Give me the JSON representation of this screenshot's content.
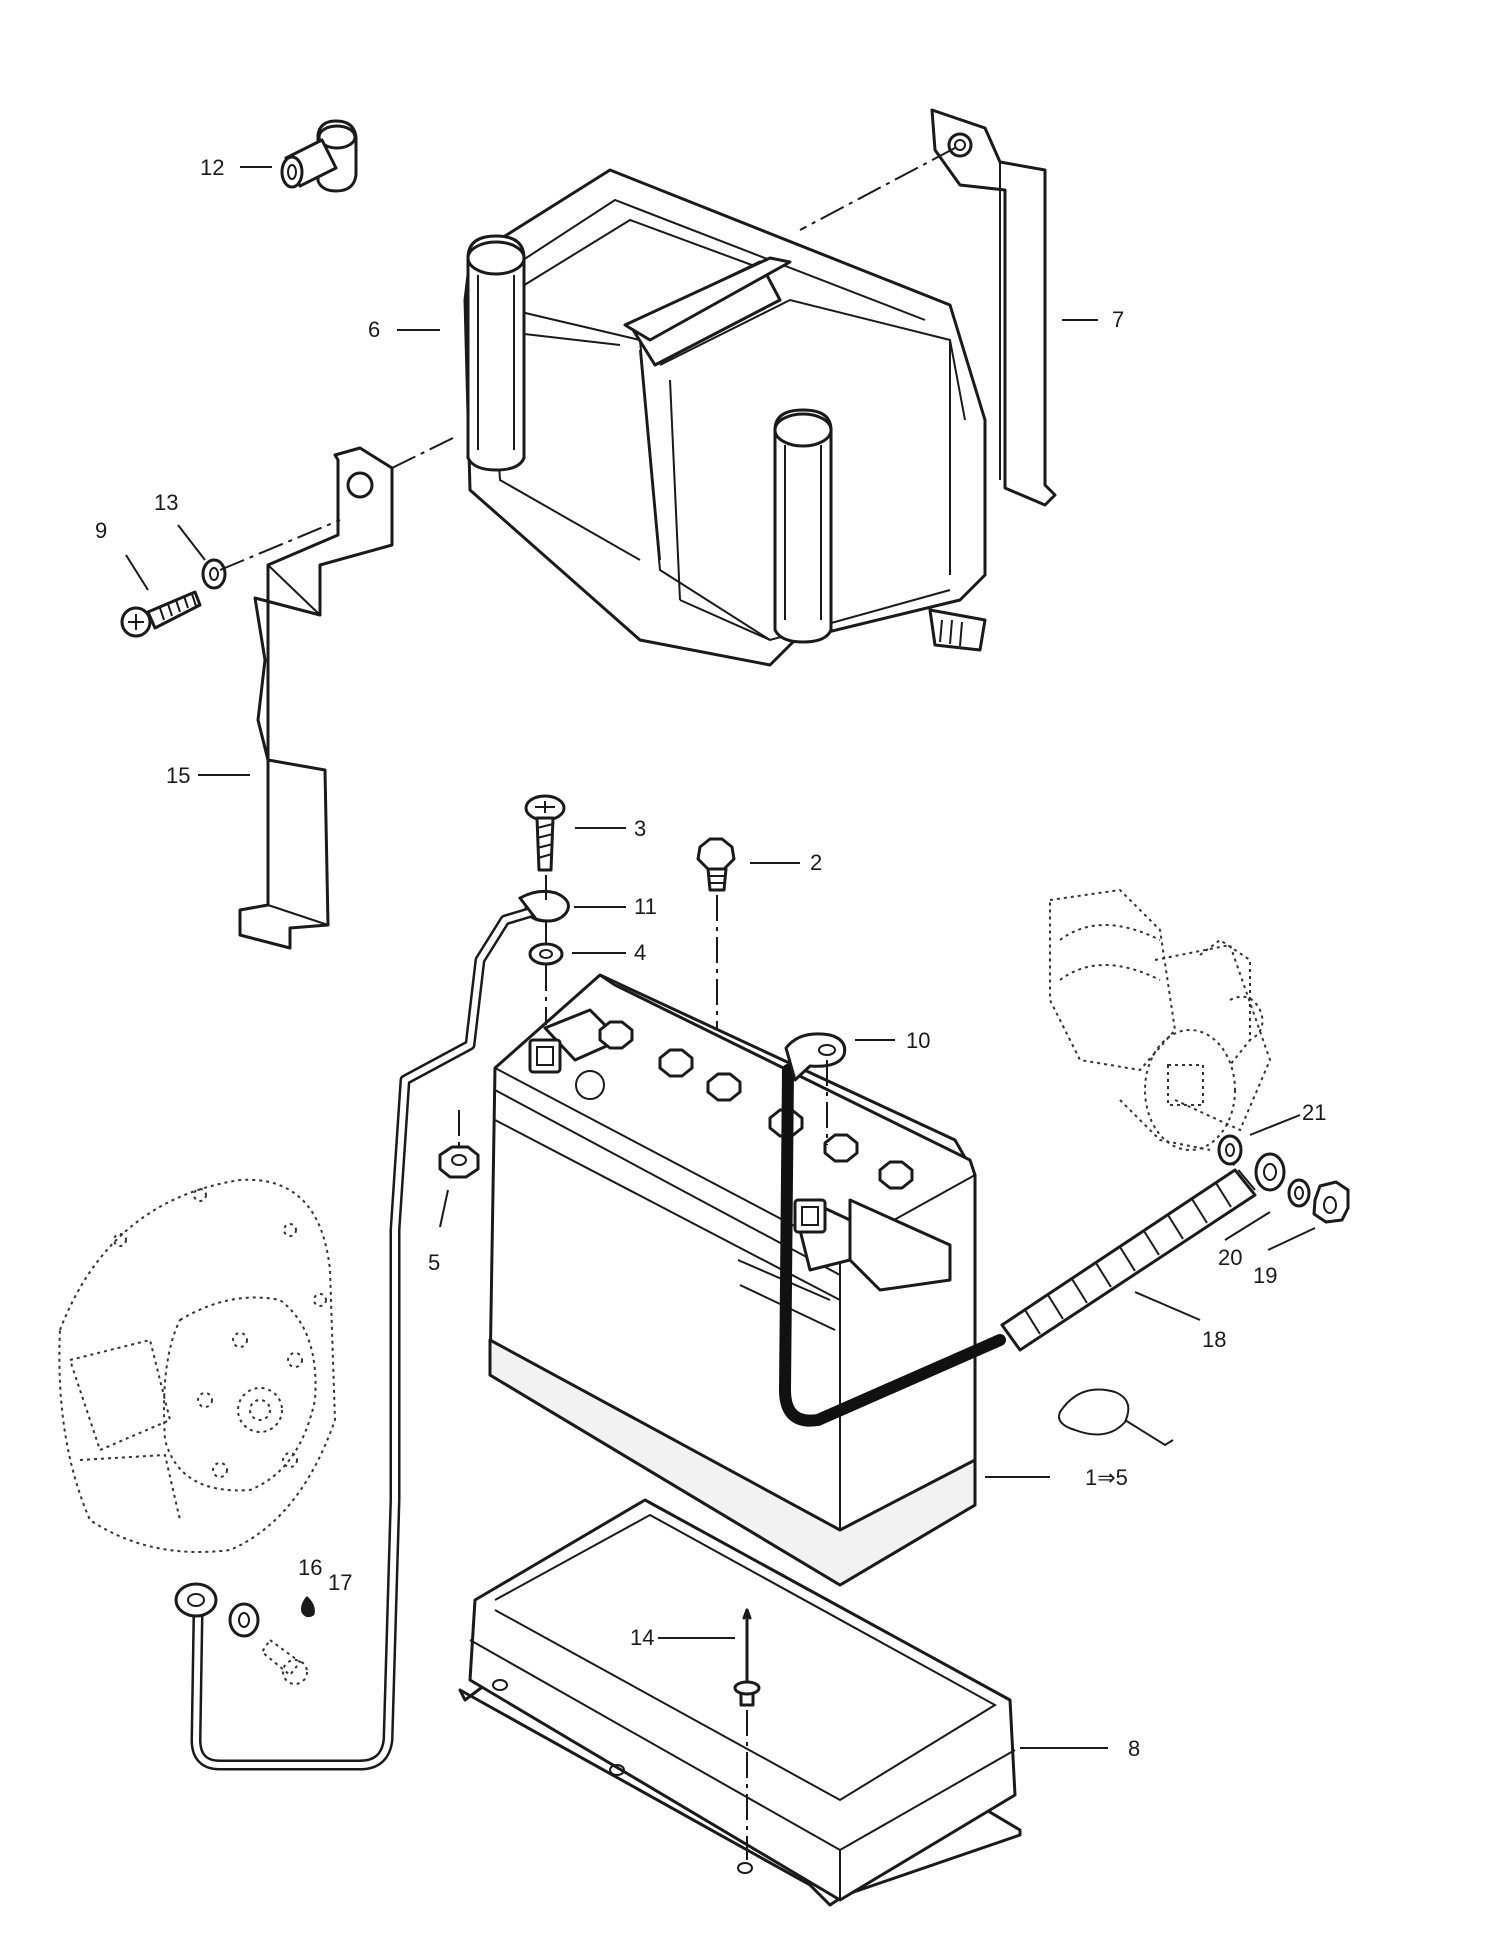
{
  "diagram": {
    "callouts": [
      {
        "id": "c1",
        "label": "1⇒5"
      },
      {
        "id": "c2",
        "label": "2"
      },
      {
        "id": "c3",
        "label": "3"
      },
      {
        "id": "c4",
        "label": "4"
      },
      {
        "id": "c5",
        "label": "5"
      },
      {
        "id": "c6",
        "label": "6"
      },
      {
        "id": "c7",
        "label": "7"
      },
      {
        "id": "c8",
        "label": "8"
      },
      {
        "id": "c9",
        "label": "9"
      },
      {
        "id": "c10",
        "label": "10"
      },
      {
        "id": "c11",
        "label": "11"
      },
      {
        "id": "c12",
        "label": "12"
      },
      {
        "id": "c13",
        "label": "13"
      },
      {
        "id": "c14",
        "label": "14"
      },
      {
        "id": "c15",
        "label": "15"
      },
      {
        "id": "c16",
        "label": "16"
      },
      {
        "id": "c17",
        "label": "17"
      },
      {
        "id": "c18",
        "label": "18"
      },
      {
        "id": "c19",
        "label": "19"
      },
      {
        "id": "c20",
        "label": "20"
      },
      {
        "id": "c21",
        "label": "21"
      }
    ]
  }
}
